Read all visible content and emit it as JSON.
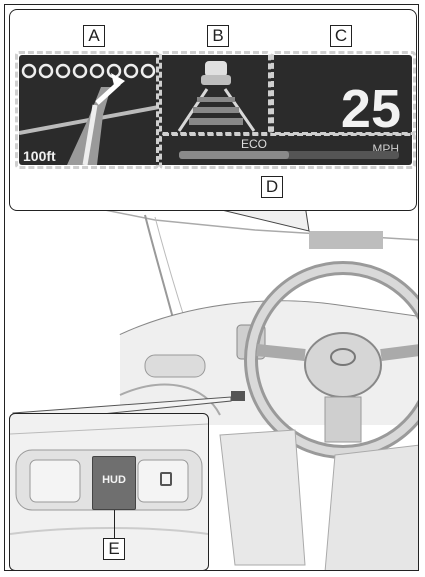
{
  "callouts": {
    "a": "A",
    "b": "B",
    "c": "C",
    "d": "D",
    "e": "E"
  },
  "hud_display": {
    "distance": "100ft",
    "speed": "25",
    "speed_unit": "MPH",
    "eco_label": "ECO"
  },
  "switch_panel": {
    "hud_button_label": "HUD"
  },
  "colors": {
    "hud_background": "#2b2b2b",
    "hud_button": "#6f6f6f",
    "scene_gray": "#e6e6e6"
  }
}
